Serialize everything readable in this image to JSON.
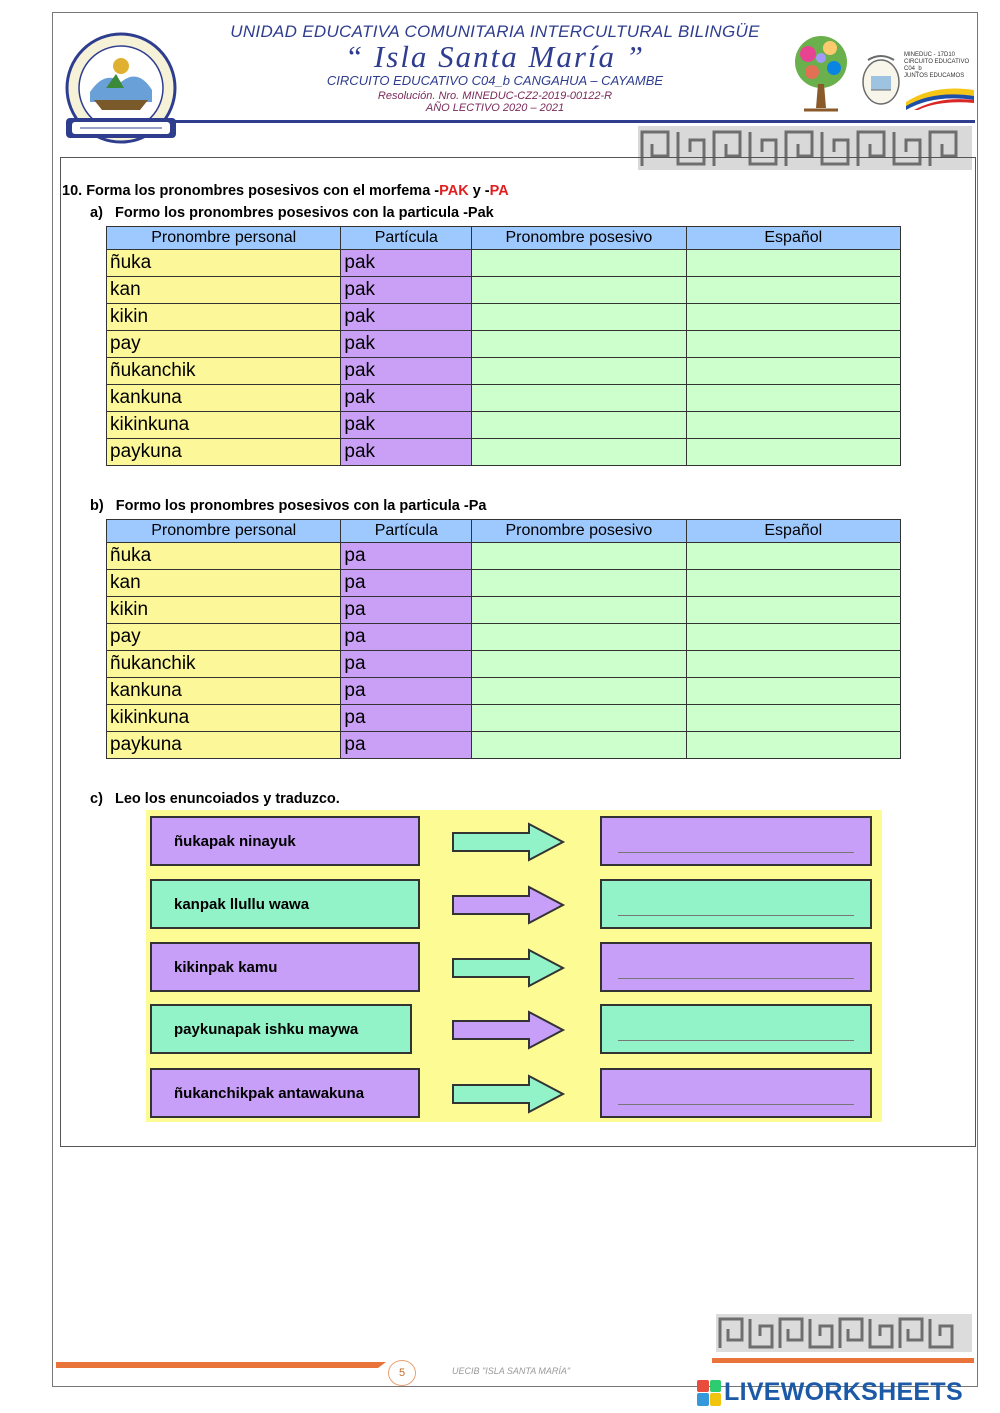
{
  "header": {
    "line1": "UNIDAD EDUCATIVA COMUNITARIA INTERCULTURAL BILINGÜE",
    "line2": "“ Isla Santa María ”",
    "line3": "CIRCUITO EDUCATIVO C04_b CANGAHUA – CAYAMBE",
    "line4": "Resolución.  Nro. MINEDUC-CZ2-2019-00122-R",
    "line5": "AÑO LECTIVO 2020 – 2021",
    "logo_mineduc_line1": "MINEDUC - 17D10",
    "logo_mineduc_line2": "CIRCUITO EDUCATIVO C04_b",
    "logo_mineduc_line3": "JUNTOS EDUCAMOS"
  },
  "question": {
    "number": "10.",
    "text_before": "Forma los pronombres posesivos con el morfema -",
    "pak": "PAK",
    "and": " y -",
    "pa": "PA"
  },
  "section_a": {
    "label": "a)",
    "title": "Formo los pronombres posesivos con la particula -Pak"
  },
  "section_b": {
    "label": "b)",
    "title": "Formo los pronombres posesivos con la particula -Pa"
  },
  "section_c": {
    "label": "c)",
    "title": "Leo los enuncoiados y traduzco."
  },
  "table_headers": [
    "Pronombre personal",
    "Partícula",
    "Pronombre posesivo",
    "Español"
  ],
  "table_a": {
    "particle": "pak",
    "pronouns": [
      "ñuka",
      "kan",
      "kikin",
      "pay",
      "ñukanchik",
      "kankuna",
      "kikinkuna",
      "paykuna"
    ]
  },
  "table_b": {
    "particle": "pa",
    "pronouns": [
      "ñuka",
      "kan",
      "kikin",
      "pay",
      "ñukanchik",
      "kankuna",
      "kikinkuna",
      "paykuna"
    ]
  },
  "sentences": [
    {
      "text": "ñukapak ninayuk",
      "color": "purple"
    },
    {
      "text": "kanpak llullu wawa",
      "color": "green"
    },
    {
      "text": "kikinpak kamu",
      "color": "purple"
    },
    {
      "text": "paykunapak ishku maywa",
      "color": "green"
    },
    {
      "text": "ñukanchikpak antawakuna",
      "color": "purple"
    }
  ],
  "footer": {
    "page_number": "5",
    "school": "UECIB \"ISLA SANTA MARÍA\"",
    "brand": "LIVEWORKSHEETS"
  },
  "colors": {
    "header_blue": "#2f3d8f",
    "accent_red": "#e02020",
    "personal_yellow": "#fcf89a",
    "particle_purple": "#c9a0f5",
    "answer_green": "#ccffcc",
    "table_header_blue": "#9ec9ff"
  }
}
